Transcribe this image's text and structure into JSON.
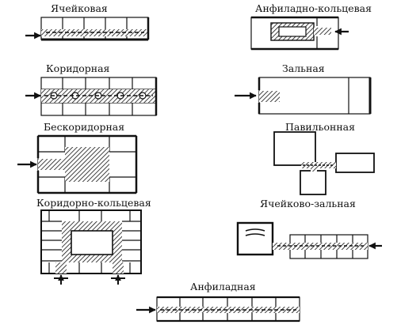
{
  "diagram": {
    "labels": {
      "cellular": "Ячейковая",
      "enfilade_ring": "Анфиладно-кольцевая",
      "corridor": "Коридорная",
      "hall": "Зальная",
      "corridorless": "Бескоридорная",
      "pavilion": "Павильонная",
      "corridor_ring": "Коридорно-кольцевая",
      "cellular_hall": "Ячейково-зальная",
      "enfilade": "Анфиладная"
    },
    "colors": {
      "ink": "#111111",
      "background": "#ffffff"
    }
  }
}
